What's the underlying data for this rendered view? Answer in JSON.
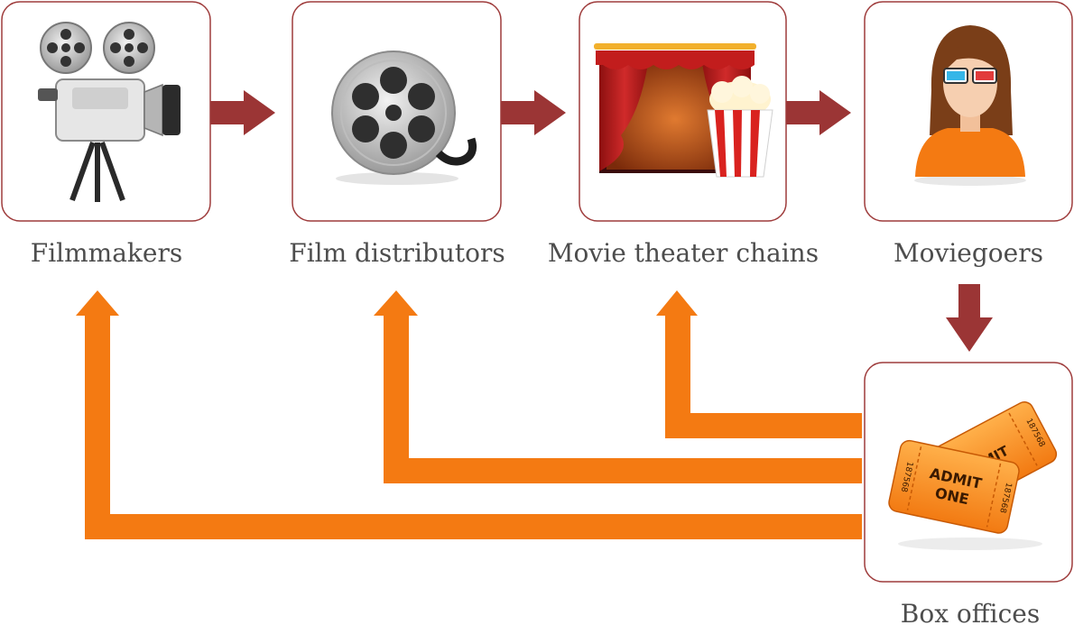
{
  "diagram": {
    "nodes": [
      {
        "id": "filmmakers",
        "label": "Filmmakers",
        "icon": "film-camera-icon"
      },
      {
        "id": "distributors",
        "label": "Film distributors",
        "icon": "film-reel-icon"
      },
      {
        "id": "theaters",
        "label": "Movie theater chains",
        "icon": "theater-popcorn-icon"
      },
      {
        "id": "moviegoers",
        "label": "Moviegoers",
        "icon": "moviegoer-3d-glasses-icon"
      },
      {
        "id": "box-offices",
        "label": "Box offices",
        "icon": "admit-one-tickets-icon"
      }
    ],
    "ticket_text": {
      "front": {
        "line1": "ADMIT",
        "line2": "ONE",
        "serial": "187568"
      },
      "back": {
        "line1": "ADMIT",
        "serial": "187568"
      }
    },
    "flow_edges": [
      {
        "from": "filmmakers",
        "to": "distributors"
      },
      {
        "from": "distributors",
        "to": "theaters"
      },
      {
        "from": "theaters",
        "to": "moviegoers"
      },
      {
        "from": "moviegoers",
        "to": "box-offices"
      }
    ],
    "money_edges": [
      {
        "from": "box-offices",
        "to": "theaters"
      },
      {
        "from": "box-offices",
        "to": "distributors"
      },
      {
        "from": "box-offices",
        "to": "filmmakers"
      }
    ],
    "colors": {
      "node_border": "#9e3b3b",
      "flow_arrow": "#9b3535",
      "money_arrow": "#f47a12",
      "label_text": "#4d4d4d"
    }
  }
}
